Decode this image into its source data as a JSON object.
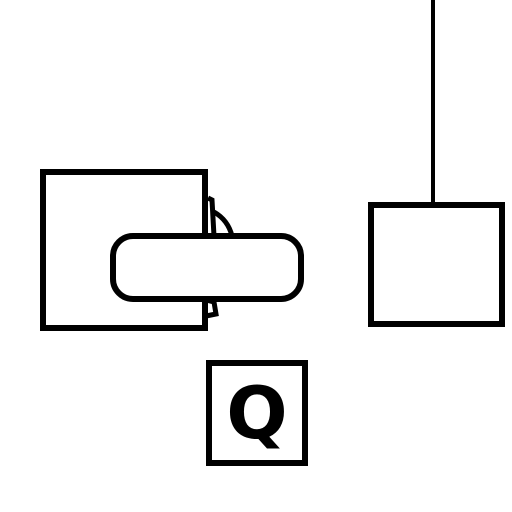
{
  "scene": {
    "background": "#ffffff",
    "stroke_color": "#000000",
    "elements": [
      {
        "name": "left-box",
        "shape": "square-outline"
      },
      {
        "name": "pill-overlay",
        "shape": "rounded-pill-outline"
      },
      {
        "name": "bracket-connector",
        "shape": "small-bracket-arcs"
      },
      {
        "name": "right-box-hanging",
        "shape": "square-outline-on-string"
      },
      {
        "name": "key-box",
        "shape": "square-outline-with-letter"
      }
    ]
  },
  "key_box": {
    "letter": "Q"
  }
}
